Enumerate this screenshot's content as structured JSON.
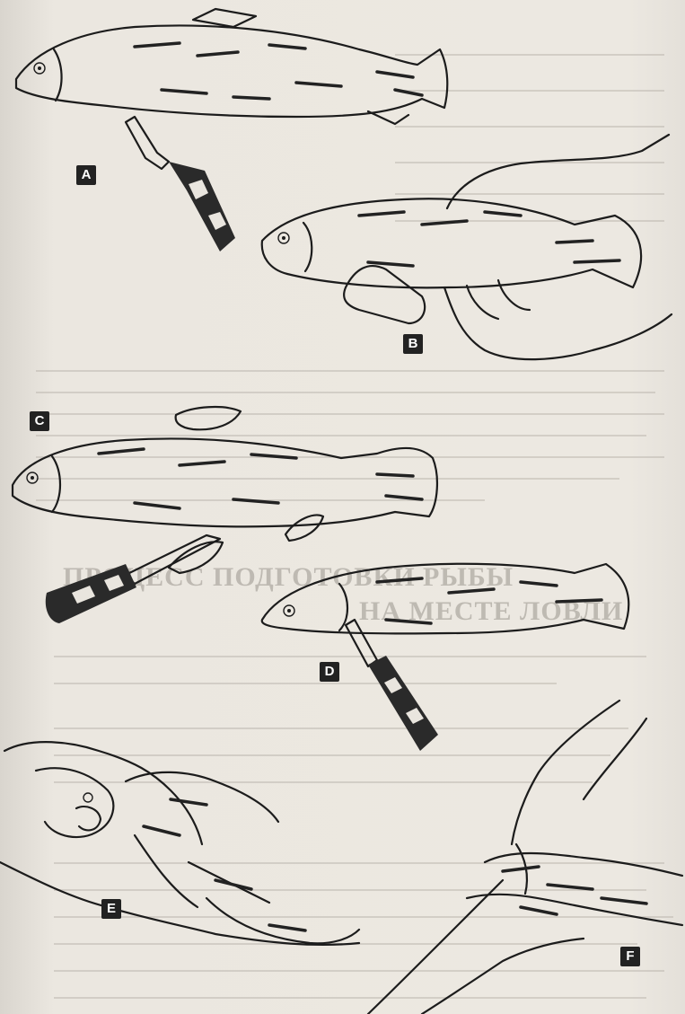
{
  "figure": {
    "labels": [
      "A",
      "B",
      "C",
      "D",
      "E",
      "F"
    ]
  },
  "bleed_through": {
    "heading_line_1": "ПРОЦЕСС ПОДГОТОВКИ РЫБЫ",
    "heading_line_2": "НА МЕСТЕ ЛОВЛИ"
  },
  "icons": [
    "fish-illustration",
    "knife-icon",
    "hand-illustration"
  ]
}
